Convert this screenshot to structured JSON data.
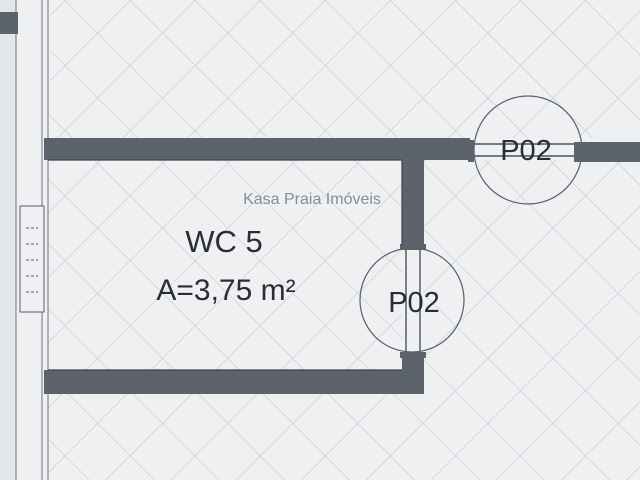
{
  "watermark": "Kasa Praia Imóveis",
  "room": {
    "name": "WC 5",
    "area": "A=3,75 m²"
  },
  "door_tags": {
    "top": "P02",
    "middle": "P02"
  },
  "colors": {
    "background": "#eef0f2",
    "tile_grid": "#c7cbd1",
    "wall": "#5d636b",
    "text": "#2a2d33"
  }
}
